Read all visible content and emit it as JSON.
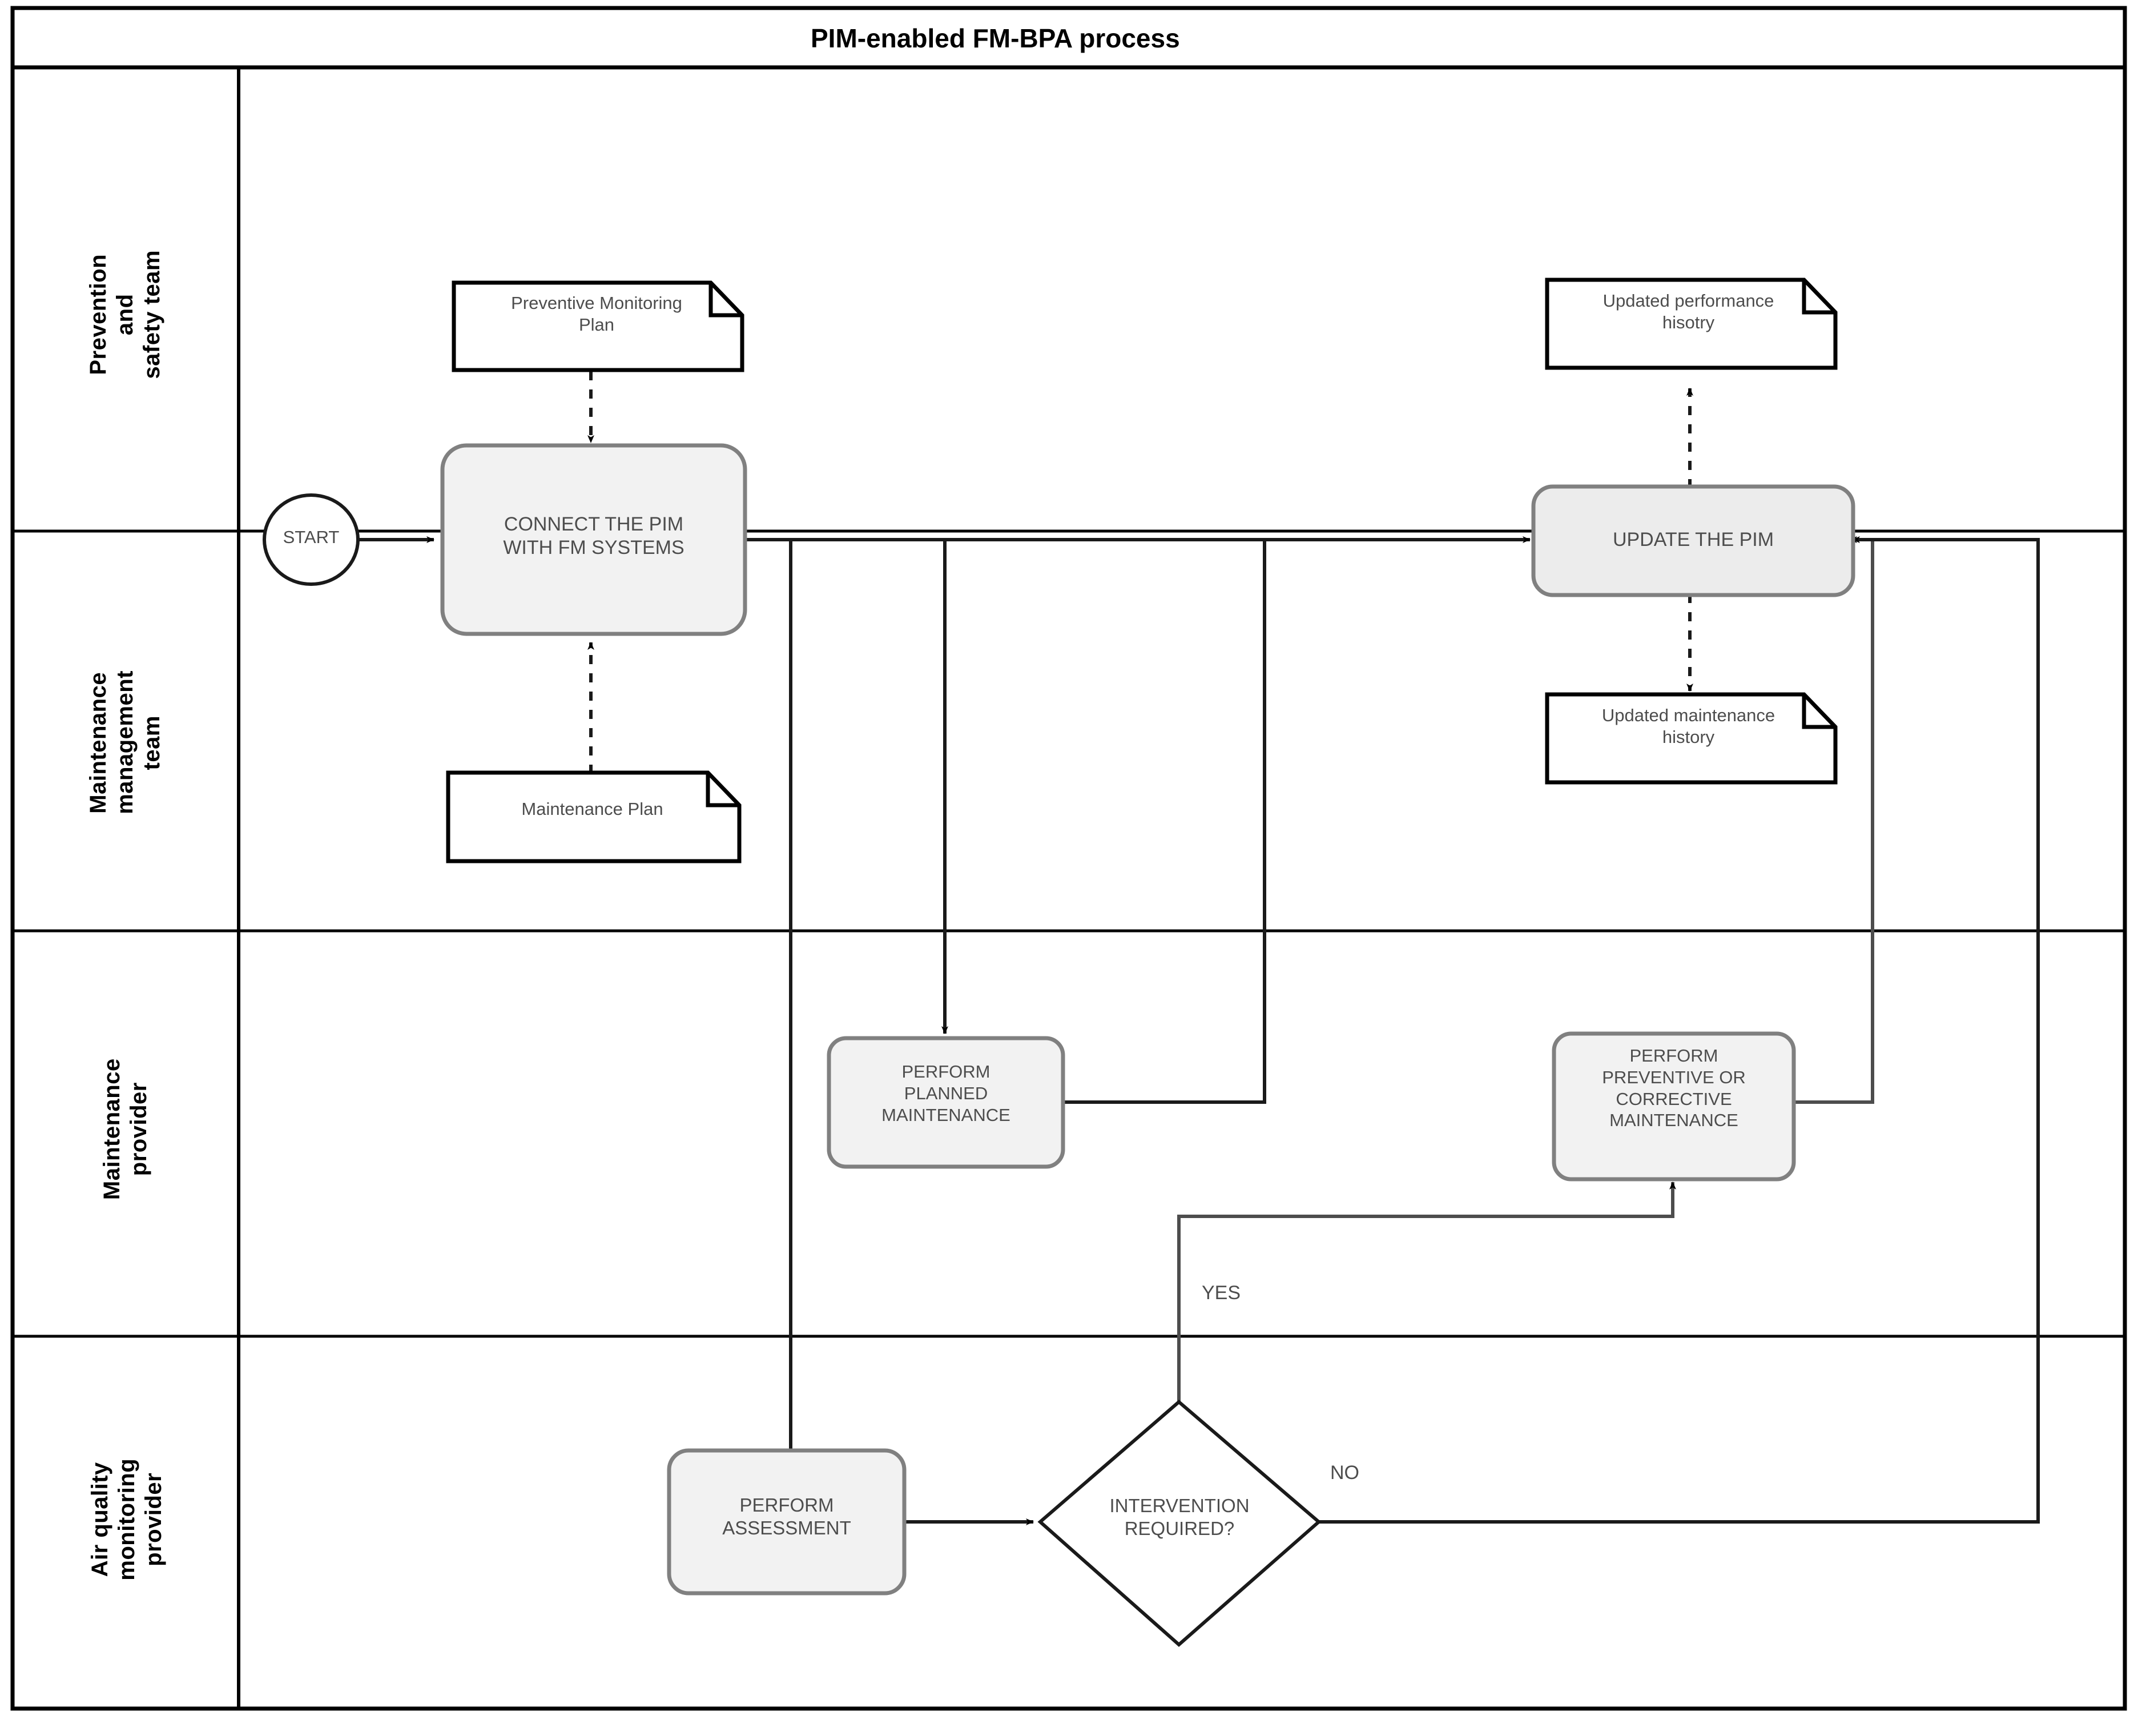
{
  "diagram": {
    "title": "PIM-enabled FM-BPA process",
    "type": "swimlane-flowchart"
  },
  "lanes": [
    {
      "id": "lane-prevention-safety",
      "label": "Prevention and\nsafety team"
    },
    {
      "id": "lane-maintenance-management",
      "label": "Maintenance\nmanagement team"
    },
    {
      "id": "lane-maintenance-provider",
      "label": "Maintenance\nprovider"
    },
    {
      "id": "lane-air-quality",
      "label": "Air quality\nmonitoring\nprovider"
    }
  ],
  "nodes": {
    "start": {
      "label": "START",
      "shape": "circle"
    },
    "connect_pim": {
      "label": "CONNECT THE PIM\nWITH FM SYSTEMS",
      "shape": "process"
    },
    "update_pim": {
      "label": "UPDATE THE PIM",
      "shape": "process"
    },
    "perform_planned": {
      "label": "PERFORM\nPLANNED\nMAINTENANCE",
      "shape": "process"
    },
    "perform_prev_corr": {
      "label": "PERFORM\nPREVENTIVE OR\nCORRECTIVE\nMAINTENANCE",
      "shape": "process"
    },
    "perform_assessment": {
      "label": "PERFORM\nASSESSMENT",
      "shape": "process"
    },
    "intervention_required": {
      "label": "INTERVENTION\nREQUIRED?",
      "shape": "decision"
    },
    "preventive_monitoring_plan": {
      "label": "Preventive Monitoring\nPlan",
      "shape": "document"
    },
    "maintenance_plan": {
      "label": "Maintenance Plan",
      "shape": "document"
    },
    "updated_performance_history": {
      "label": "Updated performance\nhisotry",
      "shape": "document"
    },
    "updated_maintenance_history": {
      "label": "Updated maintenance\nhistory",
      "shape": "document"
    }
  },
  "edge_labels": {
    "yes": "YES",
    "no": "NO"
  },
  "colors": {
    "process_fill": "#f2f2f2",
    "process_stroke": "#808080",
    "node_text": "#4d4d4d",
    "frame": "#000000",
    "connector": "#4d4d4d",
    "connector_dark": "#1a1a1a"
  }
}
